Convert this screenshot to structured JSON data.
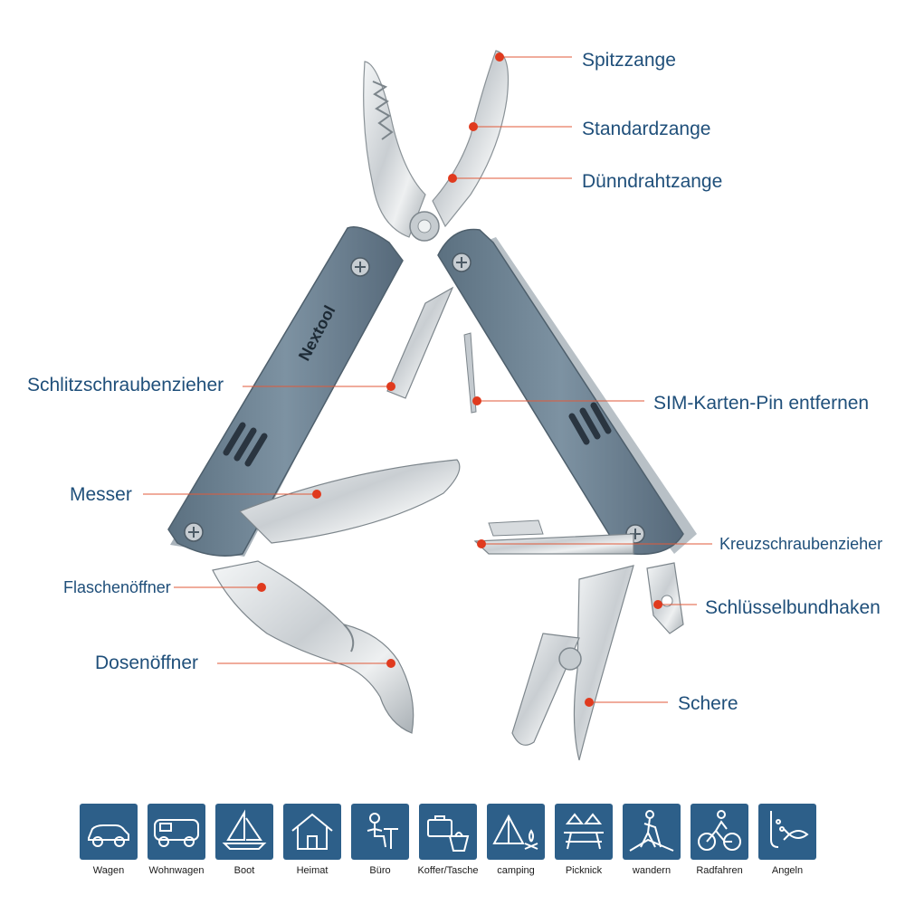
{
  "labels": {
    "spitzzange": "Spitzzange",
    "standardzange": "Standardzange",
    "duenndrahtzange": "Dünndrahtzange",
    "schlitz": "Schlitzschraubenzieher",
    "sim": "SIM-Karten-Pin entfernen",
    "messer": "Messer",
    "kreuz": "Kreuzschraubenzieher",
    "flaschenoeffner": "Flaschenöffner",
    "schluessel": "Schlüsselbundhaken",
    "dosenoeffner": "Dosenöffner",
    "schere": "Schere"
  },
  "brand": "Nextool",
  "colors": {
    "label": "#1f4f7a",
    "leader_line": "#e05a3a",
    "dot": "#e03a1e",
    "handle": "#6f8596",
    "steel": "#d8dcdf",
    "icon_bg": "#2d5f89"
  },
  "icons": [
    {
      "icon": "car-icon",
      "caption": "Wagen"
    },
    {
      "icon": "camper-van-icon",
      "caption": "Wohnwagen"
    },
    {
      "icon": "sailboat-icon",
      "caption": "Boot"
    },
    {
      "icon": "house-icon",
      "caption": "Heimat"
    },
    {
      "icon": "office-worker-icon",
      "caption": "Büro"
    },
    {
      "icon": "suitcase-bag-icon",
      "caption": "Koffer/Tasche"
    },
    {
      "icon": "tent-campfire-icon",
      "caption": "camping"
    },
    {
      "icon": "picnic-table-icon",
      "caption": "Picknick"
    },
    {
      "icon": "hiker-icon",
      "caption": "wandern"
    },
    {
      "icon": "cyclist-icon",
      "caption": "Radfahren"
    },
    {
      "icon": "fishing-icon",
      "caption": "Angeln"
    }
  ]
}
